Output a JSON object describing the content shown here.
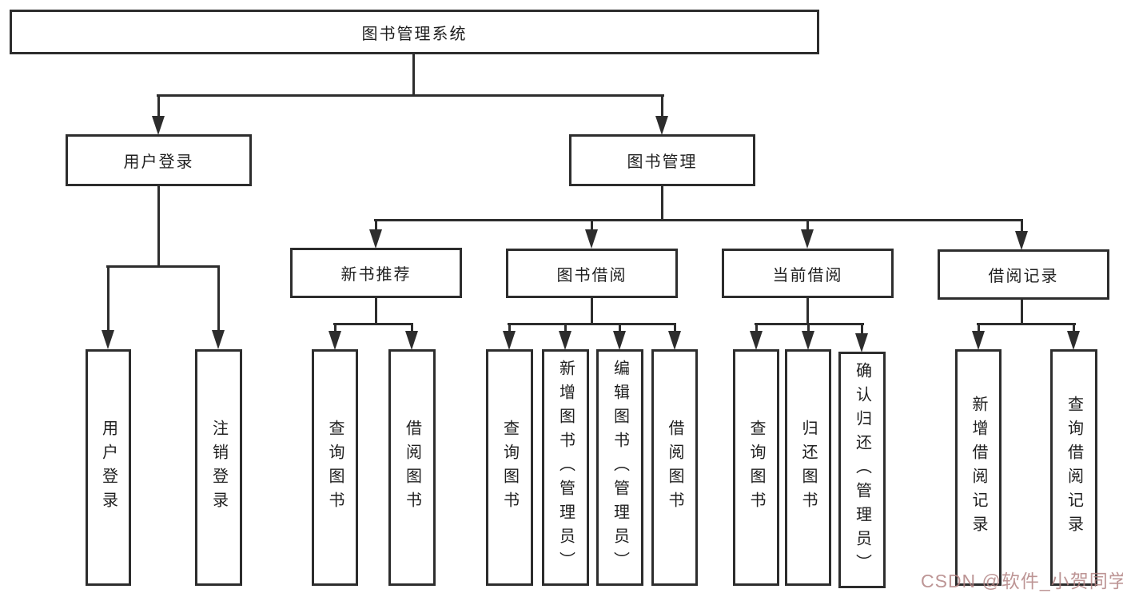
{
  "tree": {
    "label": "图书管理系统",
    "children": [
      {
        "label": "用户登录",
        "children": [
          {
            "label": "用户登录"
          },
          {
            "label": "注销登录"
          }
        ]
      },
      {
        "label": "图书管理",
        "children": [
          {
            "label": "新书推荐",
            "children": [
              {
                "label": "查询图书"
              },
              {
                "label": "借阅图书"
              }
            ]
          },
          {
            "label": "图书借阅",
            "children": [
              {
                "label": "查询图书"
              },
              {
                "label": "新增图书（管理员）"
              },
              {
                "label": "编辑图书（管理员）"
              },
              {
                "label": "借阅图书"
              }
            ]
          },
          {
            "label": "当前借阅",
            "children": [
              {
                "label": "查询图书"
              },
              {
                "label": "归还图书"
              },
              {
                "label": "确认归还（管理员）"
              }
            ]
          },
          {
            "label": "借阅记录",
            "children": [
              {
                "label": "新增借阅记录"
              },
              {
                "label": "查询借阅记录"
              }
            ]
          }
        ]
      }
    ]
  },
  "watermark": {
    "text": "CSDN @软件_小贺同学",
    "color": "#b28282"
  },
  "colors": {
    "background": "#ffffff",
    "line": "#2d2d2d",
    "text": "#1f1f1f"
  }
}
